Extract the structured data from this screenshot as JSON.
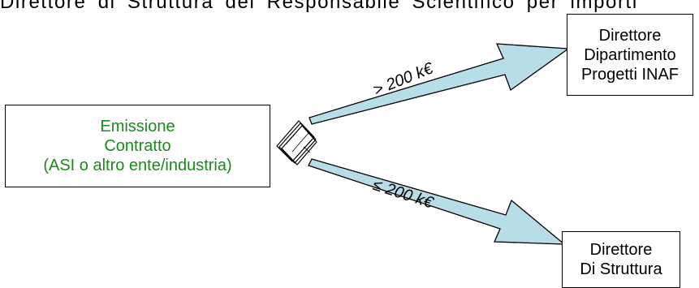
{
  "header_text": "Direttore di Struttura del Responsabile Scientifico per importi",
  "source_box": {
    "lines": [
      "Emissione",
      "Contratto",
      "(ASI o altro ente/industria)"
    ],
    "color": "#1a8a1a"
  },
  "target_upper": {
    "lines": [
      "Direttore",
      "Dipartimento",
      "Progetti INAF"
    ]
  },
  "target_lower": {
    "lines": [
      "Direttore",
      "Di Struttura"
    ]
  },
  "arrows": {
    "upper_label": "> 200 k€",
    "lower_label": "≤ 200 k€",
    "fill_color": "#b7dde8"
  },
  "icons": {
    "document": "contract-document-icon"
  }
}
